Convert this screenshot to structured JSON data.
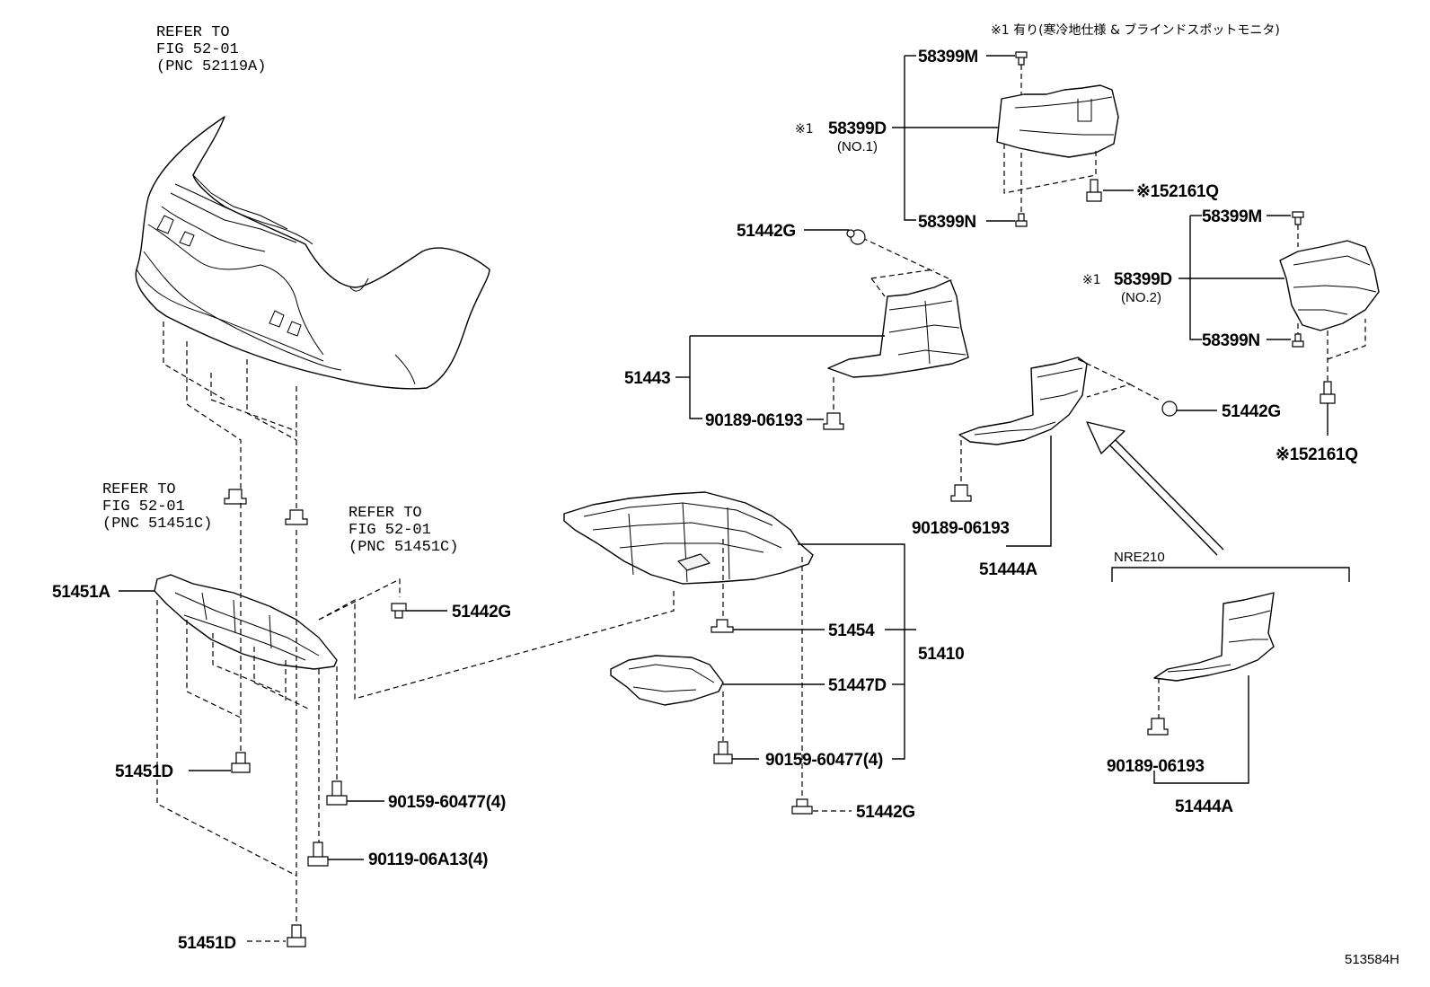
{
  "diagram_id": "513584H",
  "note": "※1 有り(寒冷地仕様 & ブラインドスポットモニタ)",
  "labels": {
    "refer_bumper": [
      "REFER TO",
      "FIG 52-01",
      "(PNC 52119A)"
    ],
    "refer_clip_left": [
      "REFER TO",
      "FIG 52-01",
      "(PNC 51451C)"
    ],
    "refer_clip_right": [
      "REFER TO",
      "FIG 52-01",
      "(PNC 51451C)"
    ],
    "p_51451A": "51451A",
    "p_51442G_left": "51442G",
    "p_51451D_mid": "51451D",
    "p_90159_left": "90159-60477(4)",
    "p_90119": "90119-06A13(4)",
    "p_51451D_bottom": "51451D",
    "p_51454": "51454",
    "p_51410": "51410",
    "p_51447D": "51447D",
    "p_90159_right": "90159-60477(4)",
    "p_51442G_bottom": "51442G",
    "p_51443": "51443",
    "p_90189_a": "90189-06193",
    "p_51442G_top": "51442G",
    "p_58399M_top": "58399M",
    "p_58399D_no1_mark": "※1",
    "p_58399D_no1": "58399D",
    "p_no1": "(NO.1)",
    "p_58399N_top": "58399N",
    "p_52161Q_top": "※152161Q",
    "p_58399M_right": "58399M",
    "p_58399D_no2_mark": "※1",
    "p_58399D_no2": "58399D",
    "p_no2": "(NO.2)",
    "p_58399N_right": "58399N",
    "p_51442G_right": "51442G",
    "p_52161Q_right": "※152161Q",
    "p_90189_b": "90189-06193",
    "p_51444A_a": "51444A",
    "nre_label": "NRE210",
    "p_90189_c": "90189-06193",
    "p_51444A_b": "51444A"
  }
}
